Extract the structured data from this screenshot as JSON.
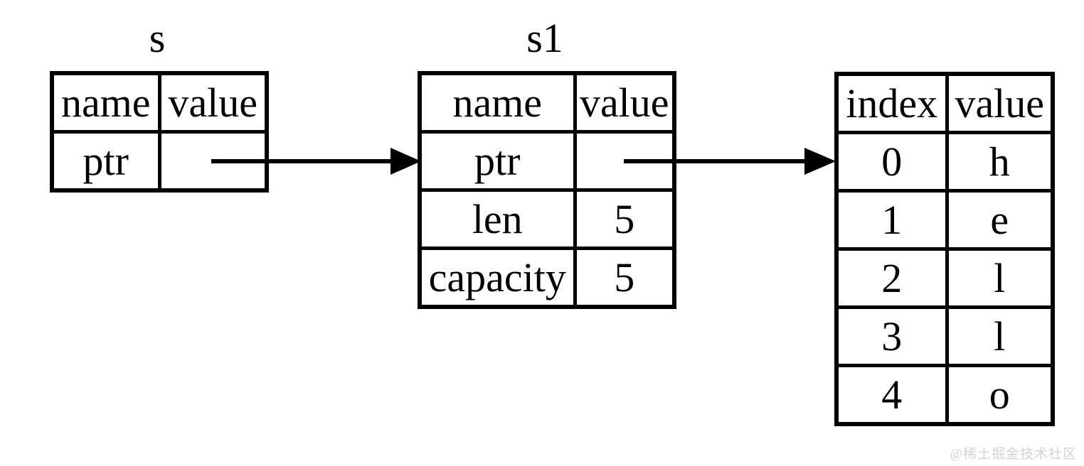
{
  "diagram": {
    "tables": [
      {
        "id": "s",
        "title": "s",
        "headers": [
          "name",
          "value"
        ],
        "rows": [
          [
            "ptr",
            ""
          ]
        ]
      },
      {
        "id": "s1",
        "title": "s1",
        "headers": [
          "name",
          "value"
        ],
        "rows": [
          [
            "ptr",
            ""
          ],
          [
            "len",
            "5"
          ],
          [
            "capacity",
            "5"
          ]
        ]
      },
      {
        "id": "heap",
        "headers": [
          "index",
          "value"
        ],
        "rows": [
          [
            "0",
            "h"
          ],
          [
            "1",
            "e"
          ],
          [
            "2",
            "l"
          ],
          [
            "3",
            "l"
          ],
          [
            "4",
            "o"
          ]
        ]
      }
    ],
    "arrows": [
      {
        "from": "s.ptr",
        "to": "s1"
      },
      {
        "from": "s1.ptr",
        "to": "heap.0"
      }
    ],
    "colors": {
      "stroke": "#000000",
      "text": "#000000",
      "background": "#ffffff",
      "watermark": "#d3d3d3"
    },
    "watermark": "@稀土掘金技术社区"
  }
}
